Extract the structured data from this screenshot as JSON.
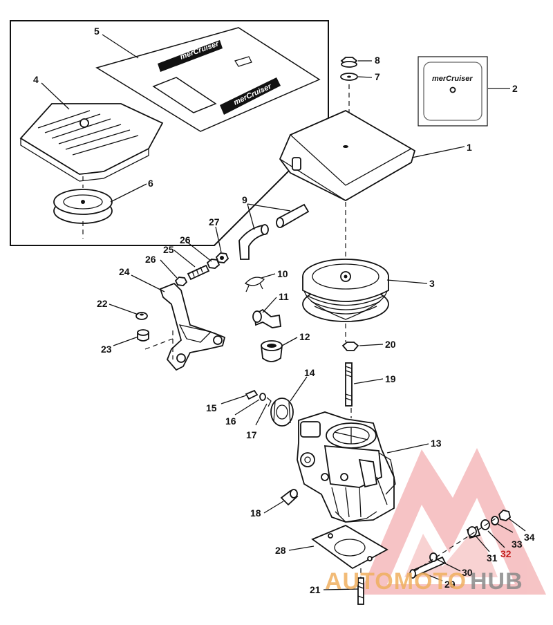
{
  "callouts": [
    {
      "id": "c1",
      "text": "1"
    },
    {
      "id": "c2",
      "text": "2"
    },
    {
      "id": "c3",
      "text": "3"
    },
    {
      "id": "c4",
      "text": "4"
    },
    {
      "id": "c5",
      "text": "5"
    },
    {
      "id": "c6",
      "text": "6"
    },
    {
      "id": "c7",
      "text": "7"
    },
    {
      "id": "c8",
      "text": "8"
    },
    {
      "id": "c9",
      "text": "9"
    },
    {
      "id": "c10",
      "text": "10"
    },
    {
      "id": "c11",
      "text": "11"
    },
    {
      "id": "c12",
      "text": "12"
    },
    {
      "id": "c13",
      "text": "13"
    },
    {
      "id": "c14",
      "text": "14"
    },
    {
      "id": "c15",
      "text": "15"
    },
    {
      "id": "c16",
      "text": "16"
    },
    {
      "id": "c17",
      "text": "17"
    },
    {
      "id": "c18",
      "text": "18"
    },
    {
      "id": "c19",
      "text": "19"
    },
    {
      "id": "c20",
      "text": "20"
    },
    {
      "id": "c21",
      "text": "21"
    },
    {
      "id": "c22",
      "text": "22"
    },
    {
      "id": "c23",
      "text": "23"
    },
    {
      "id": "c24",
      "text": "24"
    },
    {
      "id": "c25",
      "text": "25"
    },
    {
      "id": "c26a",
      "text": "26"
    },
    {
      "id": "c26b",
      "text": "26"
    },
    {
      "id": "c27",
      "text": "27"
    },
    {
      "id": "c28",
      "text": "28"
    },
    {
      "id": "c29",
      "text": "29"
    },
    {
      "id": "c30",
      "text": "30"
    },
    {
      "id": "c31",
      "text": "31"
    },
    {
      "id": "c32",
      "text": "32"
    },
    {
      "id": "c33",
      "text": "33"
    },
    {
      "id": "c34",
      "text": "34"
    }
  ],
  "decal_text": "merCruiser",
  "watermark": {
    "part1": "AUTOMOTO",
    "part2": "HUB"
  },
  "colors": {
    "line": "#111111",
    "watermark_red": "#e0555a",
    "watermark_orange": "#f0b060",
    "watermark_gray": "#8a8a8a",
    "label_red": "#c4201f"
  }
}
